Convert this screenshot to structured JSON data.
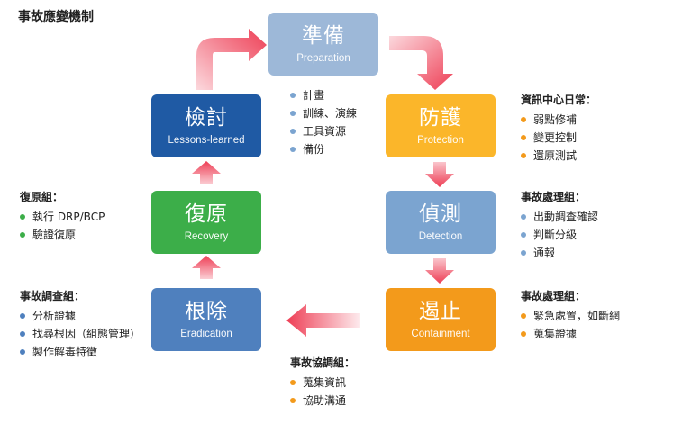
{
  "title": "事故應變機制",
  "colors": {
    "preparation": "#9db8d8",
    "protection": "#fbb62a",
    "detection": "#7ba4d0",
    "containment": "#f39a1b",
    "eradication": "#4f80be",
    "recovery": "#3cae49",
    "lessons": "#1f5aa4",
    "arrow": "#ee3e55"
  },
  "stages": {
    "preparation": {
      "zh": "準備",
      "en": "Preparation"
    },
    "protection": {
      "zh": "防護",
      "en": "Protection"
    },
    "detection": {
      "zh": "偵測",
      "en": "Detection"
    },
    "containment": {
      "zh": "遏止",
      "en": "Containment"
    },
    "eradication": {
      "zh": "根除",
      "en": "Eradication"
    },
    "recovery": {
      "zh": "復原",
      "en": "Recovery"
    },
    "lessons": {
      "zh": "檢討",
      "en": "Lessons-learned"
    }
  },
  "groups": {
    "preparation_items": {
      "heading": "",
      "color": "#7ba4d0",
      "items": [
        "計畫",
        "訓練、演練",
        "工具資源",
        "備份"
      ]
    },
    "protection": {
      "heading": "資訊中心日常：",
      "color": "#f39a1b",
      "items": [
        "弱點修補",
        "變更控制",
        "還原測試"
      ]
    },
    "detection": {
      "heading": "事故處理組：",
      "color": "#7ba4d0",
      "items": [
        "出動調查確認",
        "判斷分級",
        "通報"
      ]
    },
    "containment": {
      "heading": "事故處理組：",
      "color": "#f39a1b",
      "items": [
        "緊急處置，如斷網",
        "蒐集證據"
      ]
    },
    "coordination": {
      "heading": "事故協調組：",
      "color": "#f39a1b",
      "items": [
        "蒐集資訊",
        "協助溝通"
      ]
    },
    "recovery": {
      "heading": "復原組：",
      "color": "#3cae49",
      "items": [
        "執行 DRP/BCP",
        "驗證復原"
      ]
    },
    "investigation": {
      "heading": "事故調查組：",
      "color": "#4f80be",
      "items": [
        "分析證據",
        "找尋根因（組態管理）",
        "製作解毒特徵"
      ]
    }
  }
}
